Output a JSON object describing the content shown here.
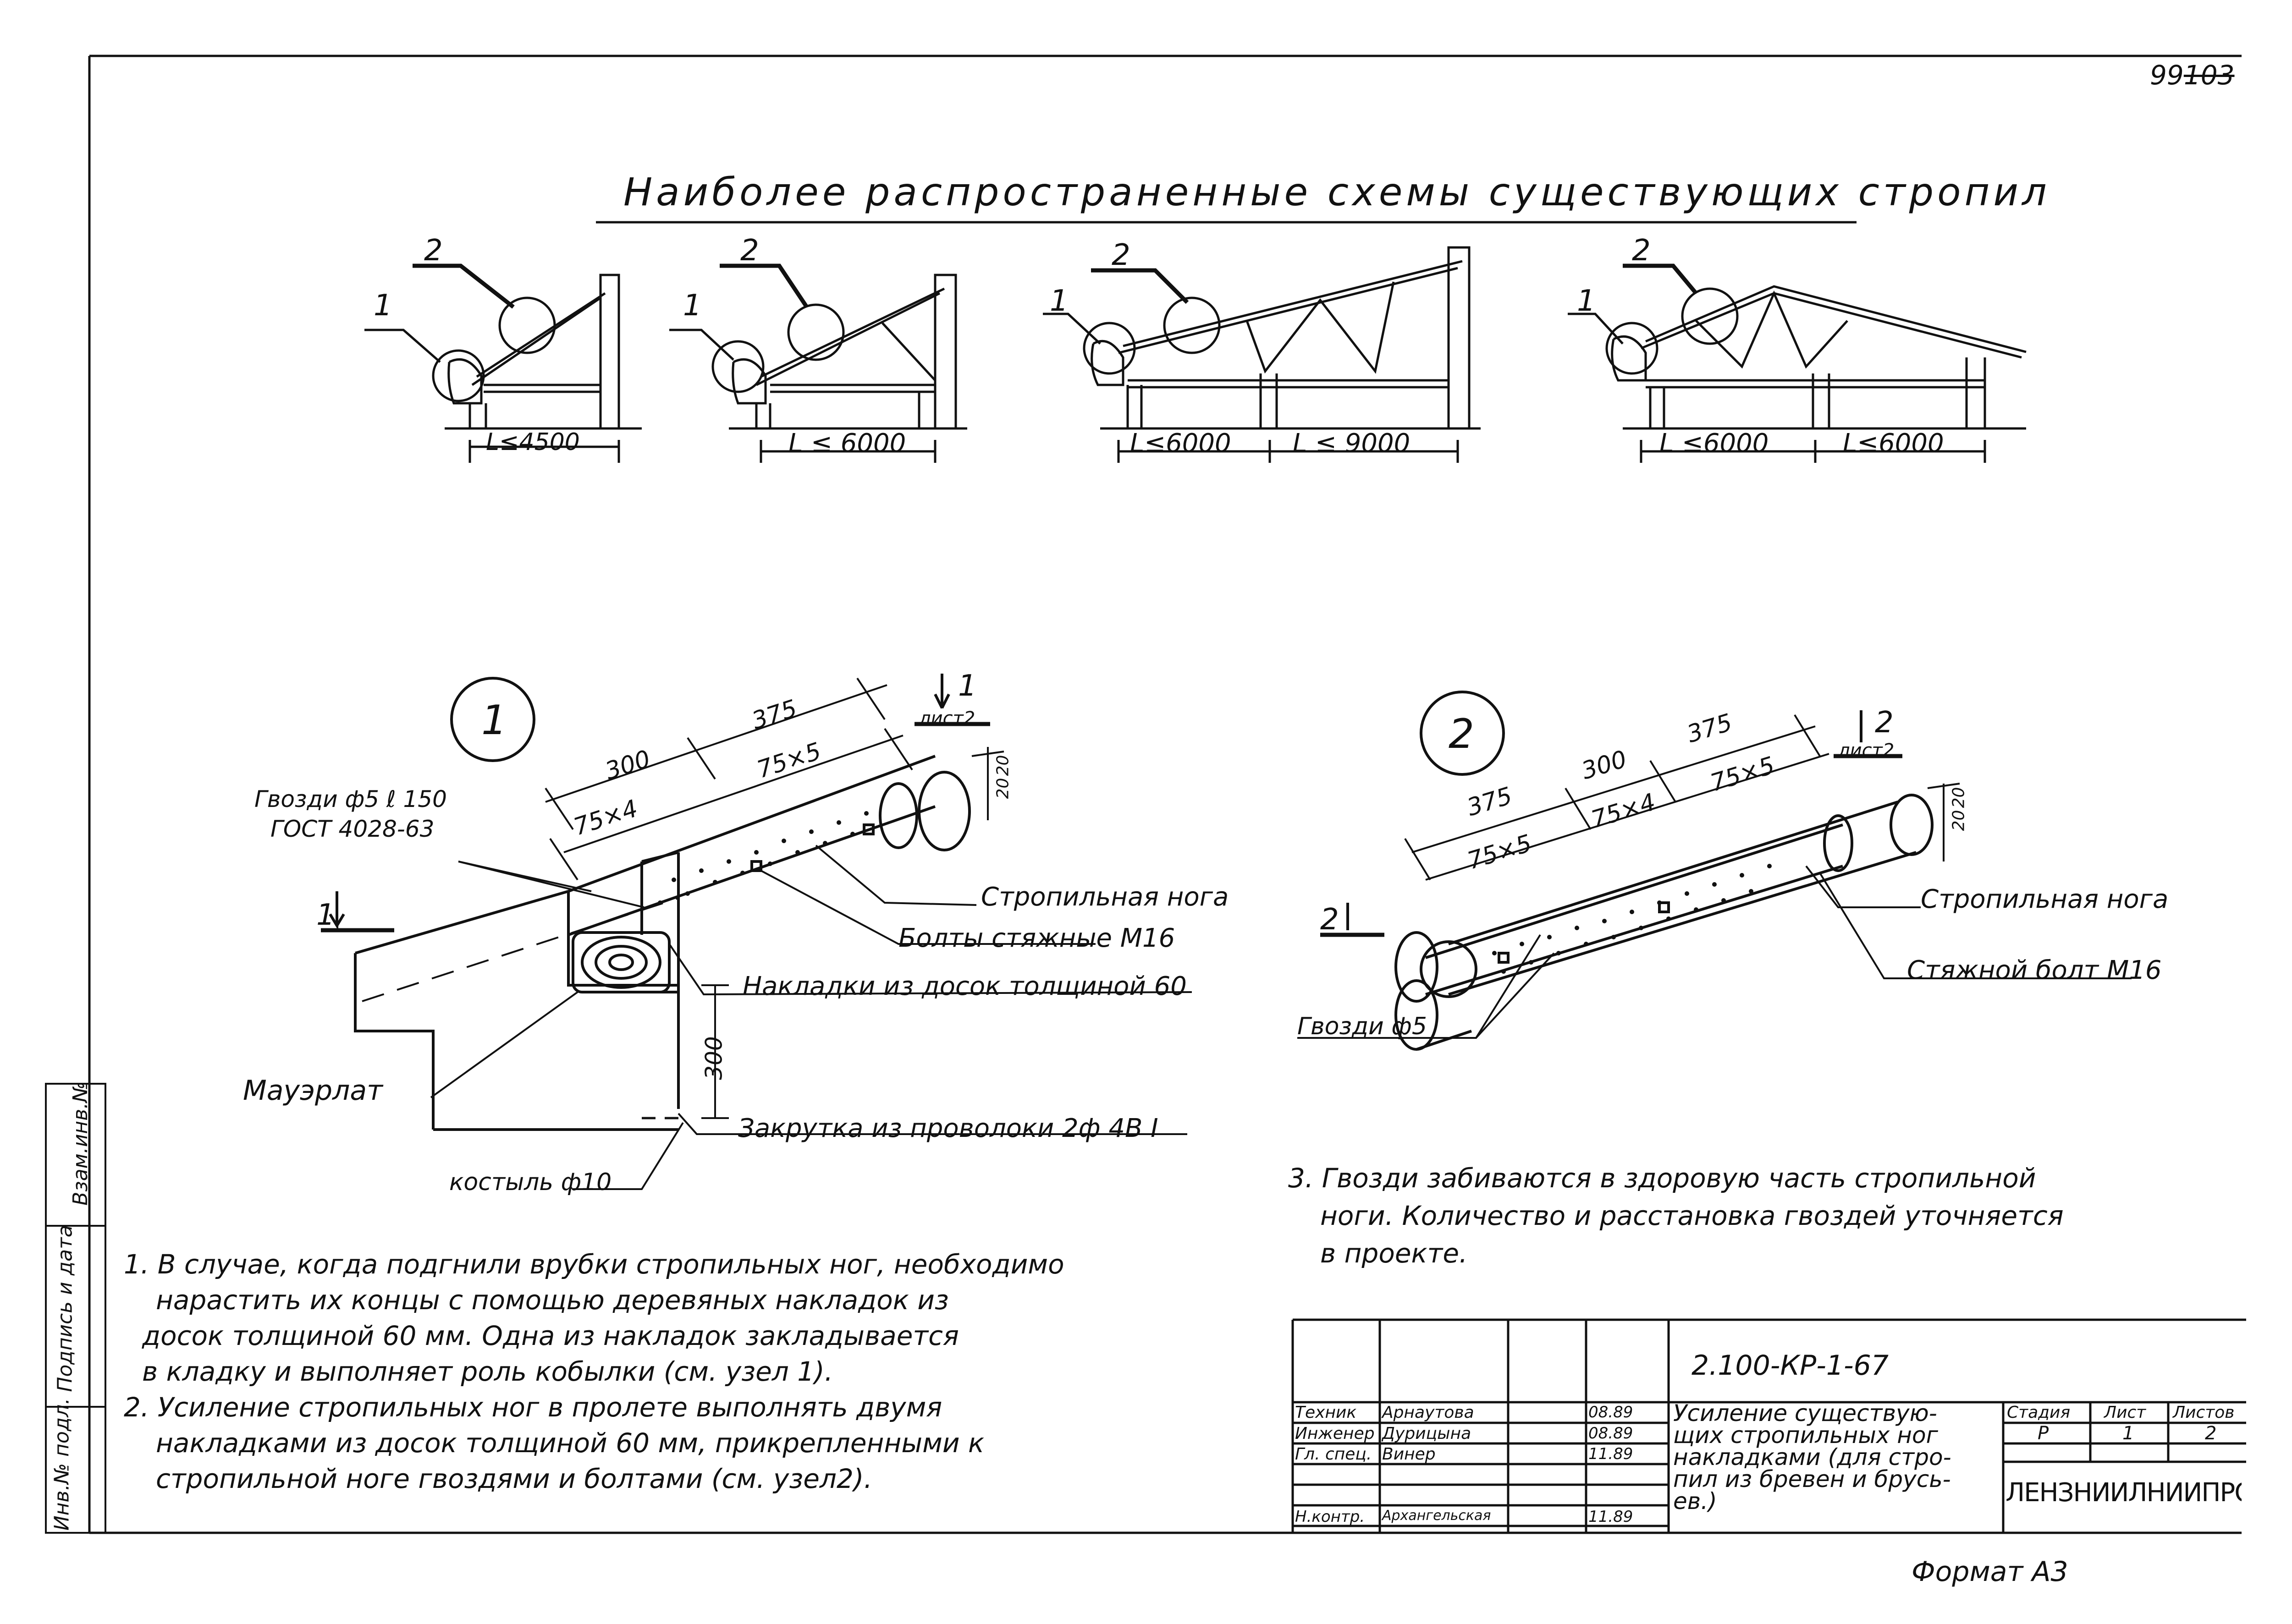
{
  "page_number": "99",
  "page_number_struck": "103",
  "title": "Наиболее распространенные схемы существующих стропил",
  "schemes": [
    {
      "label_1": "1",
      "label_2": "2",
      "spans": [
        "L≤4500"
      ]
    },
    {
      "label_1": "1",
      "label_2": "2",
      "spans": [
        "L ≤ 6000"
      ]
    },
    {
      "label_1": "1",
      "label_2": "2",
      "spans": [
        "L≤6000",
        "L ≤ 9000"
      ]
    },
    {
      "label_1": "1",
      "label_2": "2",
      "spans": [
        "L ≤6000",
        "L≤6000"
      ]
    }
  ],
  "node1": {
    "number": "1",
    "dims": {
      "d300": "300",
      "d375": "375",
      "d75x4": "75×4",
      "d75x5": "75×5",
      "d20a": "20",
      "d20b": "20",
      "d300v": "300"
    },
    "section": {
      "num": "1",
      "sheet": "лист2"
    },
    "section_left": "1",
    "labels": {
      "nails": "Гвозди ф5 ℓ 150",
      "gost": "ГОСТ 4028-63",
      "rafter": "Стропильная нога",
      "bolts": "Болты стяжные М16",
      "boards": "Накладки из досок толщиной 60",
      "mauerlat": "Мауэрлат",
      "twist": "Закрутка из проволоки 2ф 4В I",
      "crutch": "костыль ф10"
    }
  },
  "node2": {
    "number": "2",
    "dims": {
      "d375a": "375",
      "d300": "300",
      "d375b": "375",
      "d75x5a": "75×5",
      "d75x4": "75×4",
      "d75x5b": "75×5",
      "d20a": "20",
      "d20b": "20"
    },
    "section": {
      "num": "2",
      "sheet": "лист2"
    },
    "section_left": "2",
    "labels": {
      "rafter": "Стропильная нога",
      "bolt": "Стяжной болт М16",
      "nails": "Гвозди ф5"
    }
  },
  "notes": [
    "1. В случае, когда подгнили врубки стропильных ног, необходимо",
    "нарастить их концы с помощью деревяных накладок из",
    "досок толщиной 60 мм. Одна из накладок закладывается",
    "в кладку и выполняет роль кобылки (см. узел 1).",
    "2. Усиление стропильных ног в пролете   выполнять двумя",
    "накладками из досок толщиной 60 мм, прикрепленными к",
    "стропильной ноге гвоздями и болтами (см. узел2)."
  ],
  "note3": [
    "3. Гвозди забиваются  в здоровую часть стропильной",
    "ноги. Количество и расстановка гвоздей уточняется",
    "в проекте."
  ],
  "side_stamp": [
    "Инв.№ подл.",
    "Подпись и дата",
    "Взам.инв.№"
  ],
  "title_block": {
    "code": "2.100-КР-1-67",
    "rows": [
      {
        "role": "Техник",
        "name": "Арнаутова",
        "date": "08.89"
      },
      {
        "role": "Инженер",
        "name": "Дурицына",
        "date": "08.89"
      },
      {
        "role": "Гл. спец.",
        "name": "Винер",
        "date": "11.89"
      },
      {
        "role": "Н.контр.",
        "name": "Архангельская",
        "date": "11.89"
      }
    ],
    "description": [
      "Усиление существую-",
      "щих стропильных ног",
      "накладками (для стро-",
      "пил из бревен и брусь-",
      "ев.)"
    ],
    "stage_h": "Стадия",
    "sheet_h": "Лист",
    "sheets_h": "Листов",
    "stage": "Р",
    "sheet": "1",
    "sheets": "2",
    "org": "ЛЕНЗНИИЛНИИПРОЕКТ"
  },
  "format": "Формат А3"
}
